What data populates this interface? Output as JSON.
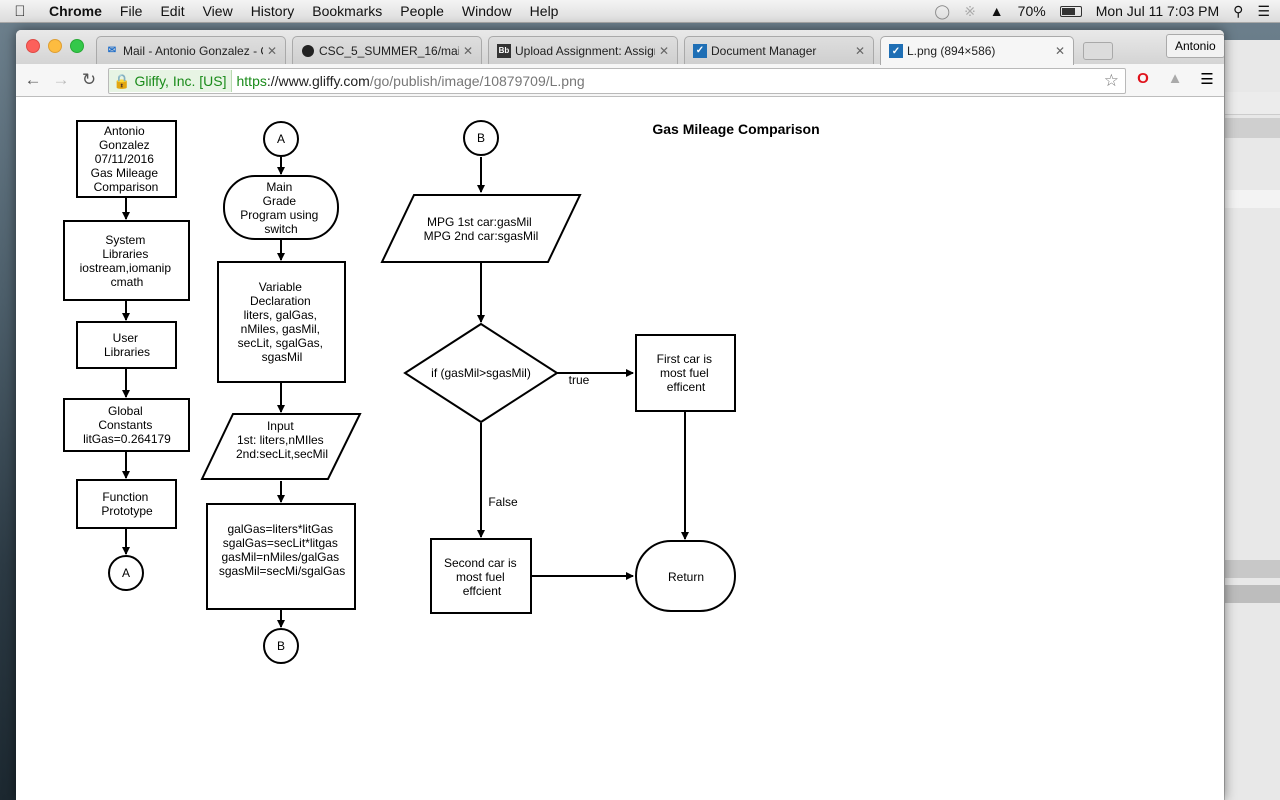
{
  "menubar": {
    "app": "Chrome",
    "items": [
      "File",
      "Edit",
      "View",
      "History",
      "Bookmarks",
      "People",
      "Window",
      "Help"
    ],
    "battery": "70%",
    "datetime": "Mon Jul 11  7:03 PM"
  },
  "tabs": [
    {
      "title": "Mail - Antonio Gonzalez - C",
      "icon": "mail-icon"
    },
    {
      "title": "CSC_5_SUMMER_16/main",
      "icon": "github-icon"
    },
    {
      "title": "Upload Assignment: Assign",
      "icon": "blackboard-icon"
    },
    {
      "title": "Document Manager",
      "icon": "gliffy-icon"
    },
    {
      "title": "L.png (894×586)",
      "icon": "gliffy-icon"
    }
  ],
  "profile": "Antonio",
  "address": {
    "ev_label": "Gliffy, Inc. [US]",
    "scheme": "https",
    "host": "://www.gliffy.com",
    "path": "/go/publish/image/10879709/L.png"
  },
  "diagram": {
    "title": "Gas Mileage Comparison",
    "col1": {
      "header": [
        "Antonio",
        "Gonzalez",
        "07/11/2016",
        "Gas Mileage",
        "Comparison"
      ],
      "sys": [
        "System",
        "Libraries",
        "iostream,iomanip",
        "cmath"
      ],
      "user": [
        "User",
        "Libraries"
      ],
      "global": [
        "Global",
        "Constants",
        "litGas=0.264179"
      ],
      "proto": [
        "Function",
        "Prototype"
      ],
      "connector": "A"
    },
    "col2": {
      "connector_in": "A",
      "main": [
        "Main",
        "Grade",
        "Program using",
        "switch"
      ],
      "vars": [
        "Variable",
        "Declaration",
        "liters, galGas,",
        "nMiles, gasMil,",
        "secLit, sgalGas,",
        "sgasMil"
      ],
      "input": [
        "Input",
        "1st: liters,nMIles",
        "2nd:secLit,secMil"
      ],
      "calc": [
        "galGas=liters*litGas",
        "sgalGas=secLit*litgas",
        "gasMil=nMiles/galGas",
        "sgasMil=secMi/sgalGas"
      ],
      "connector_out": "B"
    },
    "col3": {
      "connector_in": "B",
      "output": [
        "MPG 1st car:gasMil",
        "MPG 2nd car:sgasMil"
      ],
      "decision": "if (gasMil>sgasMil)",
      "true_label": "true",
      "false_label": "False",
      "first": [
        "First car is",
        "most fuel",
        "efficent"
      ],
      "second": [
        "Second car is",
        "most fuel",
        "effcient"
      ],
      "return": "Return"
    }
  }
}
